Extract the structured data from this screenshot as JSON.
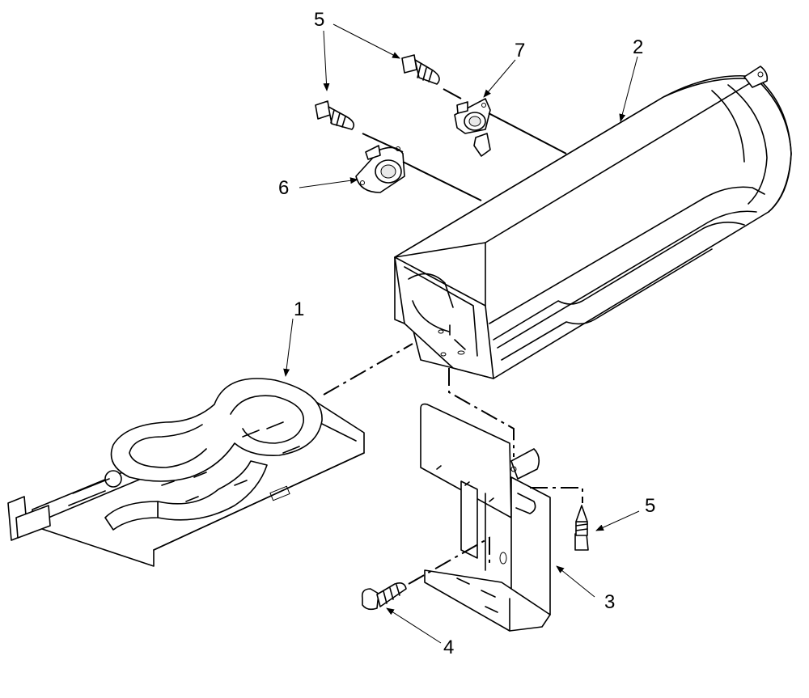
{
  "diagram": {
    "callouts": {
      "heater_element": "1",
      "heater_housing": "2",
      "bracket": "3",
      "screw_bracket": "4",
      "screw_top_left": "5",
      "screw_top_right": "5",
      "screw_right": "5",
      "thermostat": "6",
      "thermal_fuse": "7"
    }
  }
}
